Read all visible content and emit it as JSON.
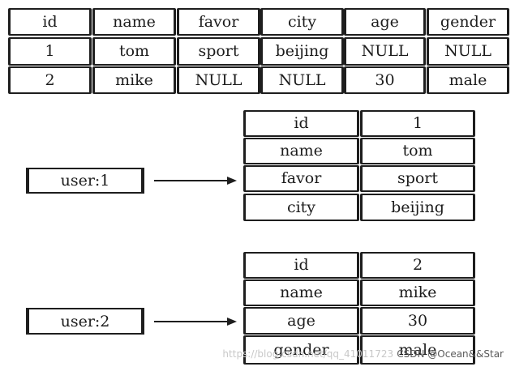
{
  "main_table": {
    "headers": [
      "id",
      "name",
      "favor",
      "city",
      "age",
      "gender"
    ],
    "rows": [
      [
        "1",
        "tom",
        "sport",
        "beijing",
        "NULL",
        "NULL"
      ],
      [
        "2",
        "mike",
        "NULL",
        "NULL",
        "30",
        "male"
      ]
    ]
  },
  "hashes": [
    {
      "key": "user:1",
      "fields": [
        [
          "id",
          "1"
        ],
        [
          "name",
          "tom"
        ],
        [
          "favor",
          "sport"
        ],
        [
          "city",
          "beijing"
        ]
      ]
    },
    {
      "key": "user:2",
      "fields": [
        [
          "id",
          "2"
        ],
        [
          "name",
          "mike"
        ],
        [
          "age",
          "30"
        ],
        [
          "gender",
          "male"
        ]
      ]
    }
  ],
  "watermark": {
    "url": "https://blog.csdn.net/qq_41011723",
    "text": "CSDN @Ocean&&Star"
  }
}
